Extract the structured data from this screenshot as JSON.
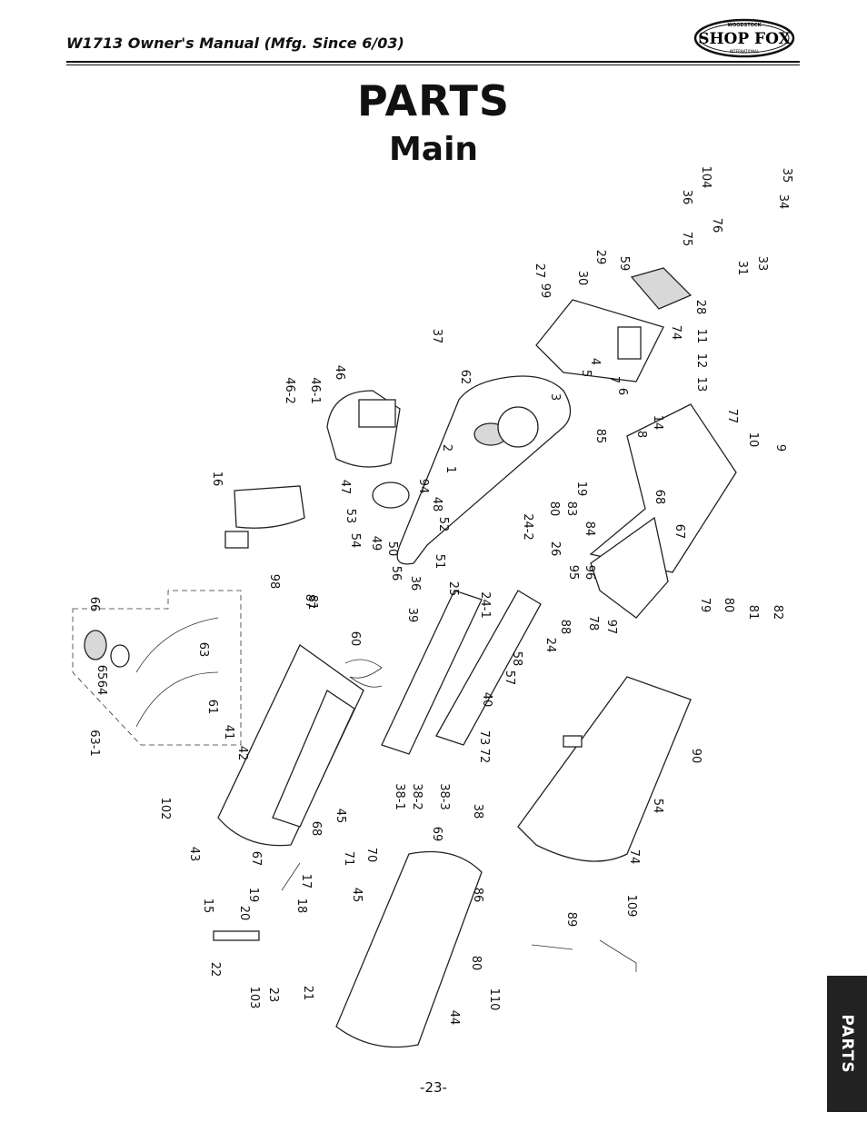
{
  "header": {
    "title": "W1713 Owner's Manual (Mfg. Since 6/03)",
    "logo_text": "SHOP FOX",
    "logo_small_top": "WOODSTOCK",
    "logo_small_bottom": "INTERNATIONAL"
  },
  "page_title": "PARTS",
  "section_title": "Main",
  "side_tab": "PARTS",
  "page_number": "-23-",
  "diagram": {
    "callouts": [
      "1",
      "2",
      "3",
      "4",
      "5",
      "6",
      "7",
      "8",
      "9",
      "10",
      "11",
      "12",
      "13",
      "14",
      "15",
      "16",
      "17",
      "18",
      "19",
      "19",
      "20",
      "21",
      "22",
      "23",
      "24",
      "24-1",
      "24-2",
      "25",
      "26",
      "27",
      "28",
      "29",
      "30",
      "31",
      "33",
      "34",
      "35",
      "36",
      "36",
      "37",
      "38",
      "38-1",
      "38-2",
      "38-3",
      "39",
      "40",
      "41",
      "42",
      "43",
      "44",
      "45",
      "45",
      "46",
      "46-1",
      "46-2",
      "47",
      "48",
      "49",
      "50",
      "51",
      "52",
      "53",
      "54",
      "54",
      "56",
      "57",
      "58",
      "59",
      "60",
      "61",
      "62",
      "63",
      "63-1",
      "64",
      "65",
      "66",
      "67",
      "67",
      "68",
      "68",
      "69",
      "70",
      "71",
      "72",
      "73",
      "74",
      "74",
      "75",
      "76",
      "77",
      "78",
      "79",
      "80",
      "80",
      "80",
      "81",
      "81",
      "82",
      "83",
      "84",
      "85",
      "86",
      "87",
      "88",
      "89",
      "90",
      "94",
      "95",
      "96",
      "97",
      "98",
      "99",
      "102",
      "103",
      "104",
      "109",
      "110"
    ]
  }
}
